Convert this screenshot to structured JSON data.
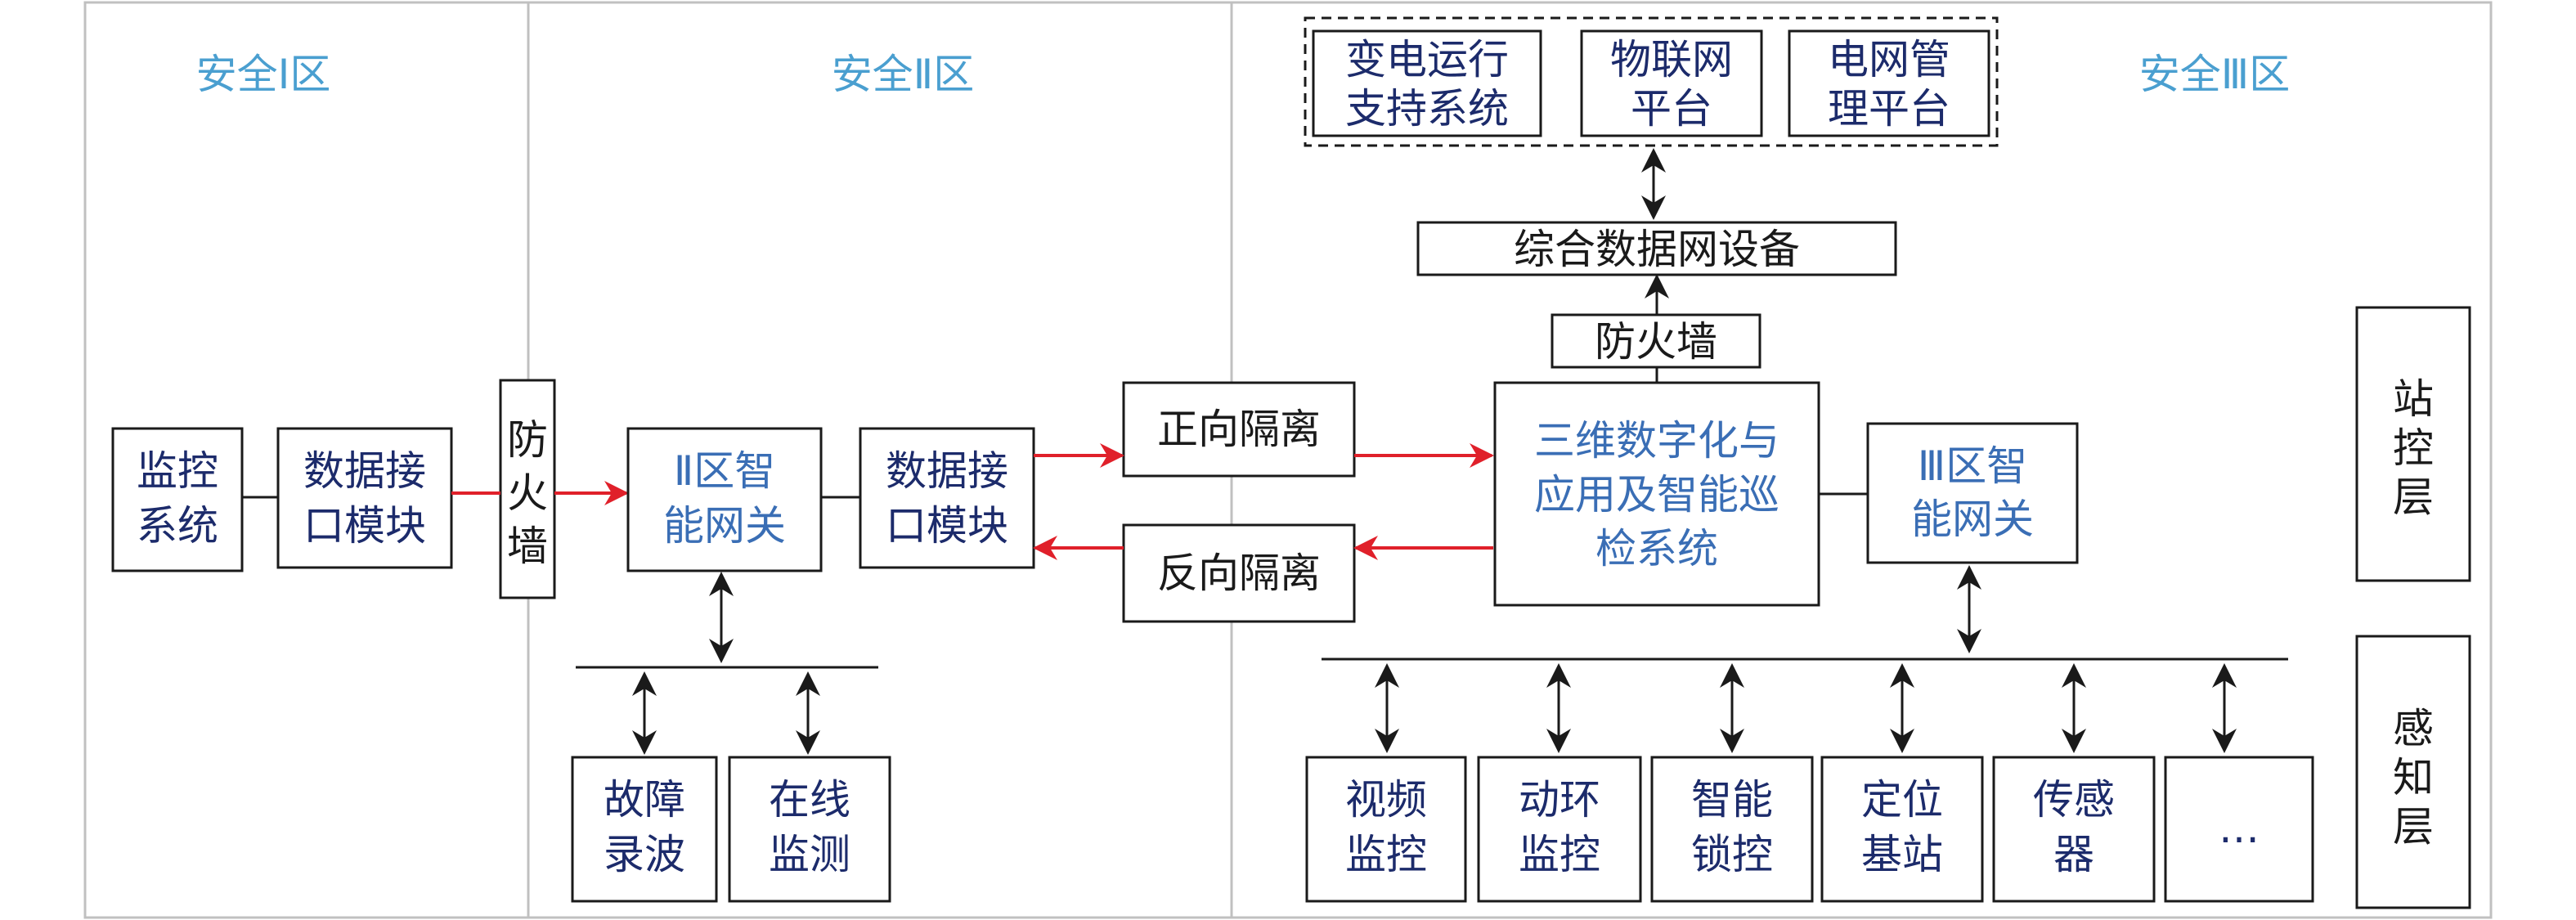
{
  "zones": {
    "zone1": "安全Ⅰ区",
    "zone2": "安全Ⅱ区",
    "zone3": "安全Ⅲ区"
  },
  "zone1": {
    "monitoring": [
      "监控",
      "系统"
    ],
    "data_interface": [
      "数据接",
      "口模块"
    ]
  },
  "firewall_vertical": [
    "防",
    "火",
    "墙"
  ],
  "zone2": {
    "gateway": [
      "Ⅱ区智",
      "能网关"
    ],
    "data_interface": [
      "数据接",
      "口模块"
    ],
    "fault_recording": [
      "故障",
      "录波"
    ],
    "online_monitoring": [
      "在线",
      "监测"
    ]
  },
  "isolation": {
    "forward": "正向隔离",
    "reverse": "反向隔离"
  },
  "zone3": {
    "platforms": [
      [
        "变电运行",
        "支持系统"
      ],
      [
        "物联网",
        "平台"
      ],
      [
        "电网管",
        "理平台"
      ]
    ],
    "data_network": "综合数据网设备",
    "firewall": "防火墙",
    "system": [
      "三维数字化与",
      "应用及智能巡",
      "检系统"
    ],
    "gateway": [
      "Ⅲ区智",
      "能网关"
    ],
    "devices": [
      [
        "视频",
        "监控"
      ],
      [
        "动环",
        "监控"
      ],
      [
        "智能",
        "锁控"
      ],
      [
        "定位",
        "基站"
      ],
      [
        "传感",
        "器"
      ],
      [
        "…"
      ]
    ]
  },
  "layers": {
    "station": [
      "站",
      "控",
      "层"
    ],
    "perception": [
      "感",
      "知",
      "层"
    ]
  }
}
